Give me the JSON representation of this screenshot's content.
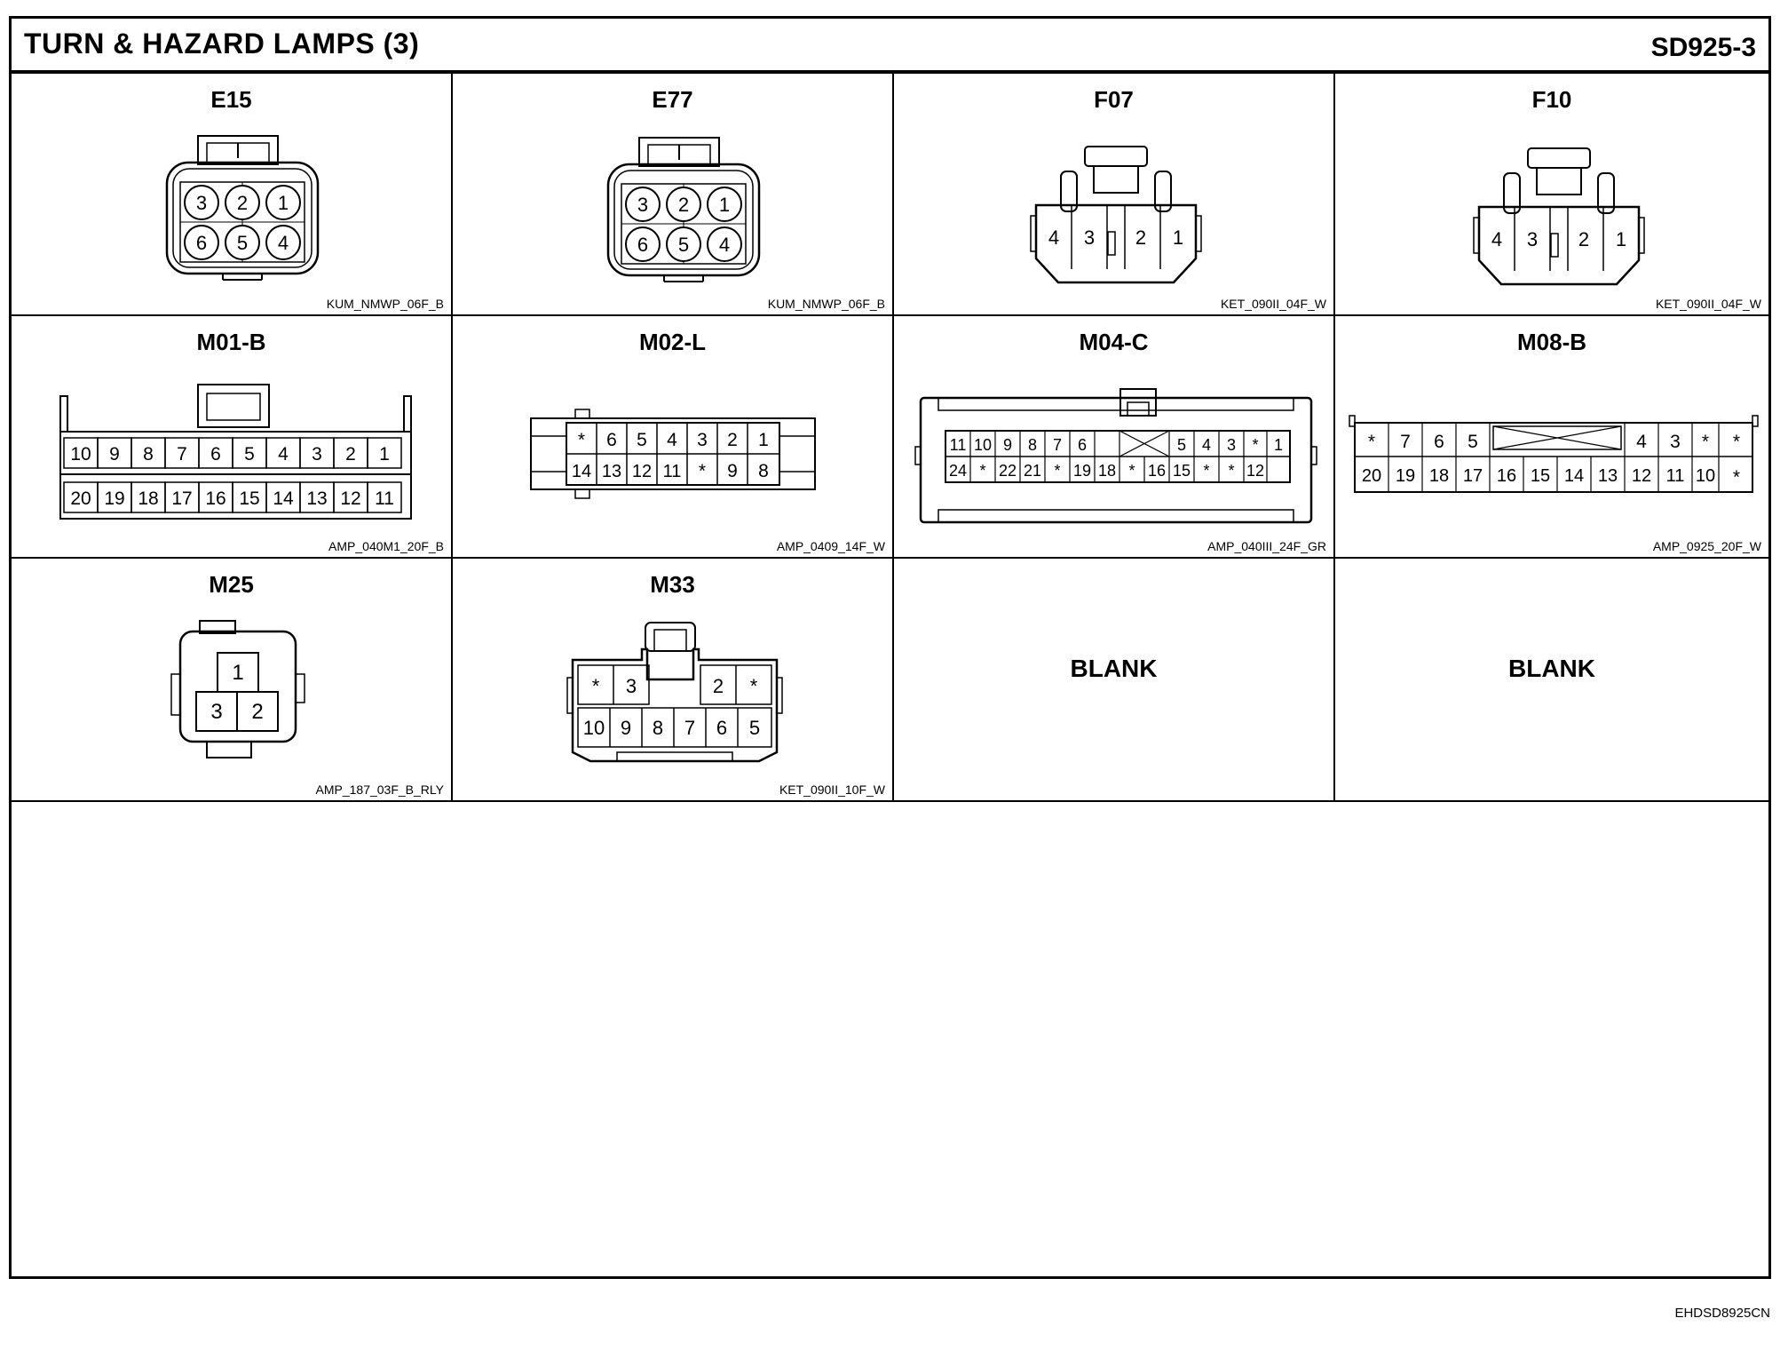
{
  "title": "TURN & HAZARD LAMPS (3)",
  "sheet_id": "SD925-3",
  "footer_id": "EHDSD8925CN",
  "connectors": [
    {
      "name": "E15",
      "code": "KUM_NMWP_06F_B",
      "row1": [
        "3",
        "2",
        "1"
      ],
      "row2": [
        "6",
        "5",
        "4"
      ]
    },
    {
      "name": "E77",
      "code": "KUM_NMWP_06F_B",
      "row1": [
        "3",
        "2",
        "1"
      ],
      "row2": [
        "6",
        "5",
        "4"
      ]
    },
    {
      "name": "F07",
      "code": "KET_090II_04F_W",
      "row1": [
        "4",
        "3",
        "2",
        "1"
      ]
    },
    {
      "name": "F10",
      "code": "KET_090II_04F_W",
      "row1": [
        "4",
        "3",
        "2",
        "1"
      ]
    },
    {
      "name": "M01-B",
      "code": "AMP_040M1_20F_B",
      "row1": [
        "10",
        "9",
        "8",
        "7",
        "6",
        "5",
        "4",
        "3",
        "2",
        "1"
      ],
      "row2": [
        "20",
        "19",
        "18",
        "17",
        "16",
        "15",
        "14",
        "13",
        "12",
        "11"
      ]
    },
    {
      "name": "M02-L",
      "code": "AMP_0409_14F_W",
      "row1": [
        "*",
        "6",
        "5",
        "4",
        "3",
        "2",
        "1"
      ],
      "row2": [
        "14",
        "13",
        "12",
        "11",
        "*",
        "9",
        "8"
      ]
    },
    {
      "name": "M04-C",
      "code": "AMP_040III_24F_GR",
      "row1": [
        "11",
        "10",
        "9",
        "8",
        "7",
        "6",
        "",
        "5",
        "4",
        "3",
        "*",
        "1"
      ],
      "row2": [
        "24",
        "*",
        "22",
        "21",
        "*",
        "19",
        "18",
        "*",
        "16",
        "15",
        "*",
        "*",
        "12"
      ]
    },
    {
      "name": "M08-B",
      "code": "AMP_0925_20F_W",
      "row1": [
        "*",
        "7",
        "6",
        "5",
        "",
        "4",
        "3",
        "*",
        "*"
      ],
      "row2": [
        "20",
        "19",
        "18",
        "17",
        "16",
        "15",
        "14",
        "13",
        "12",
        "11",
        "10",
        "*"
      ]
    },
    {
      "name": "M25",
      "code": "AMP_187_03F_B_RLY",
      "row1": [
        "1"
      ],
      "row2": [
        "3",
        "2"
      ]
    },
    {
      "name": "M33",
      "code": "KET_090II_10F_W",
      "row1": [
        "*",
        "3",
        "2",
        "*"
      ],
      "row2": [
        "10",
        "9",
        "8",
        "7",
        "6",
        "5"
      ]
    },
    {
      "name": "",
      "code": "",
      "blank_label": "BLANK"
    },
    {
      "name": "",
      "code": "",
      "blank_label": "BLANK"
    }
  ]
}
